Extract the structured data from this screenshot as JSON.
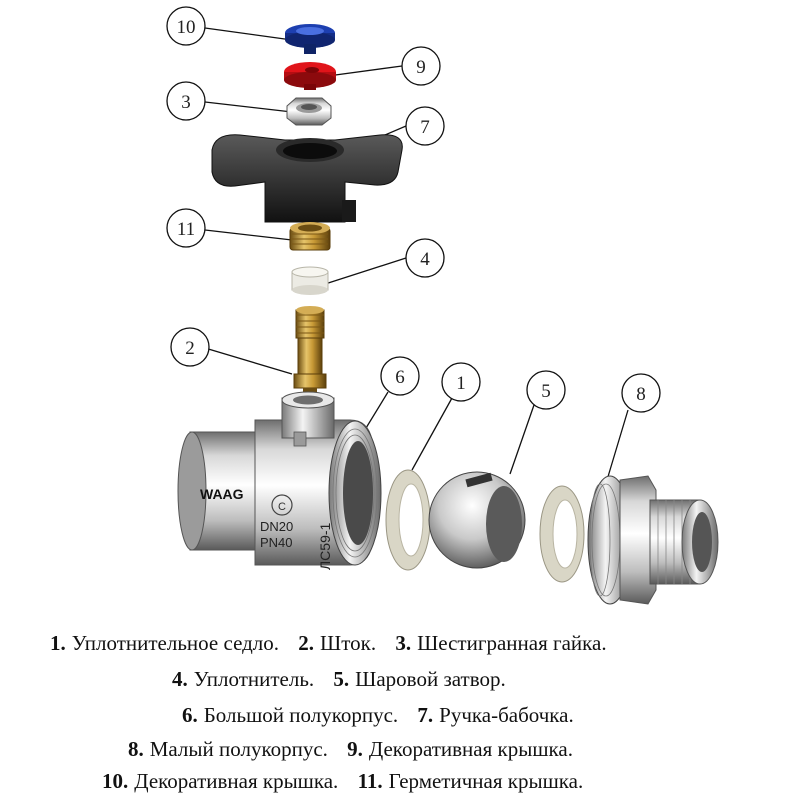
{
  "body_markings": {
    "brand": "WAAG",
    "dn": "DN20",
    "pn": "PN40",
    "alloy": "ЛС59-1"
  },
  "callouts": [
    {
      "id": "10",
      "label": "10"
    },
    {
      "id": "9",
      "label": "9"
    },
    {
      "id": "3",
      "label": "3"
    },
    {
      "id": "7",
      "label": "7"
    },
    {
      "id": "11",
      "label": "11"
    },
    {
      "id": "4",
      "label": "4"
    },
    {
      "id": "2",
      "label": "2"
    },
    {
      "id": "6",
      "label": "6"
    },
    {
      "id": "1",
      "label": "1"
    },
    {
      "id": "5",
      "label": "5"
    },
    {
      "id": "8",
      "label": "8"
    }
  ],
  "legend": {
    "line1": [
      {
        "num": "1.",
        "label": "Уплотнительное седло."
      },
      {
        "num": "2.",
        "label": "Шток."
      },
      {
        "num": "3.",
        "label": "Шестигранная гайка."
      }
    ],
    "line2": [
      {
        "num": "4.",
        "label": "Уплотнитель."
      },
      {
        "num": "5.",
        "label": "Шаровой затвор."
      }
    ],
    "line3": [
      {
        "num": "6.",
        "label": "Большой полукорпус."
      },
      {
        "num": "7.",
        "label": "Ручка-бабочка."
      }
    ],
    "line4": [
      {
        "num": "8.",
        "label": "Малый полукорпус."
      },
      {
        "num": "9.",
        "label": "Декоративная крышка."
      }
    ],
    "line5": [
      {
        "num": "10.",
        "label": "Декоративная крышка."
      },
      {
        "num": "11.",
        "label": "Герметичная крышка."
      }
    ]
  }
}
